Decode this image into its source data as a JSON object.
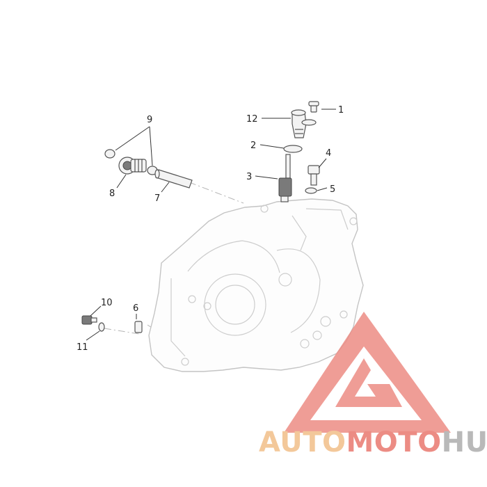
{
  "diagram": {
    "callouts": [
      {
        "id": "1",
        "label": "1"
      },
      {
        "id": "2",
        "label": "2"
      },
      {
        "id": "3",
        "label": "3"
      },
      {
        "id": "4",
        "label": "4"
      },
      {
        "id": "5",
        "label": "5"
      },
      {
        "id": "6",
        "label": "6"
      },
      {
        "id": "7",
        "label": "7"
      },
      {
        "id": "8",
        "label": "8"
      },
      {
        "id": "9",
        "label": "9"
      },
      {
        "id": "10",
        "label": "10"
      },
      {
        "id": "11",
        "label": "11"
      },
      {
        "id": "12",
        "label": "12"
      }
    ]
  },
  "watermark": {
    "part1": "AUTO",
    "part2": "MOTO",
    "part3": "HUB",
    "color_light": "#f3c89a",
    "color_red": "#ec8c84",
    "color_gray": "#b9b9b9"
  }
}
